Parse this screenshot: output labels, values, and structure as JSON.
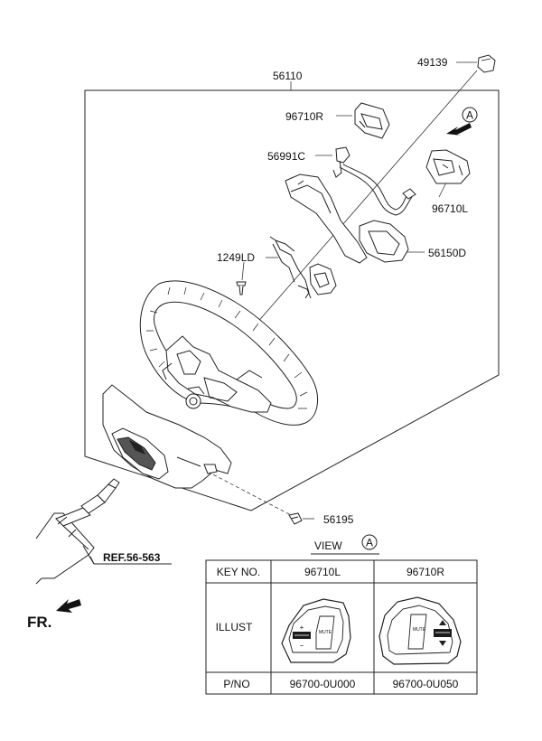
{
  "labels": {
    "assembly": "56110",
    "part_49139": "49139",
    "part_96710r": "96710R",
    "part_56991c": "56991C",
    "part_96710l": "96710L",
    "part_1249ld": "1249LD",
    "part_56150d": "56150D",
    "part_56195": "56195",
    "reference": "REF.56-563",
    "front": "FR.",
    "view_marker": "A",
    "view_title": "VIEW",
    "view_circle": "A"
  },
  "switch_text": {
    "mute": "MUTE",
    "plus": "+",
    "minus": "−"
  },
  "table": {
    "headers": [
      "KEY NO.",
      "96710L",
      "96710R"
    ],
    "illust_label": "ILLUST",
    "pno_label": "P/NO",
    "part_numbers": [
      "96700-0U000",
      "96700-0U050"
    ]
  }
}
